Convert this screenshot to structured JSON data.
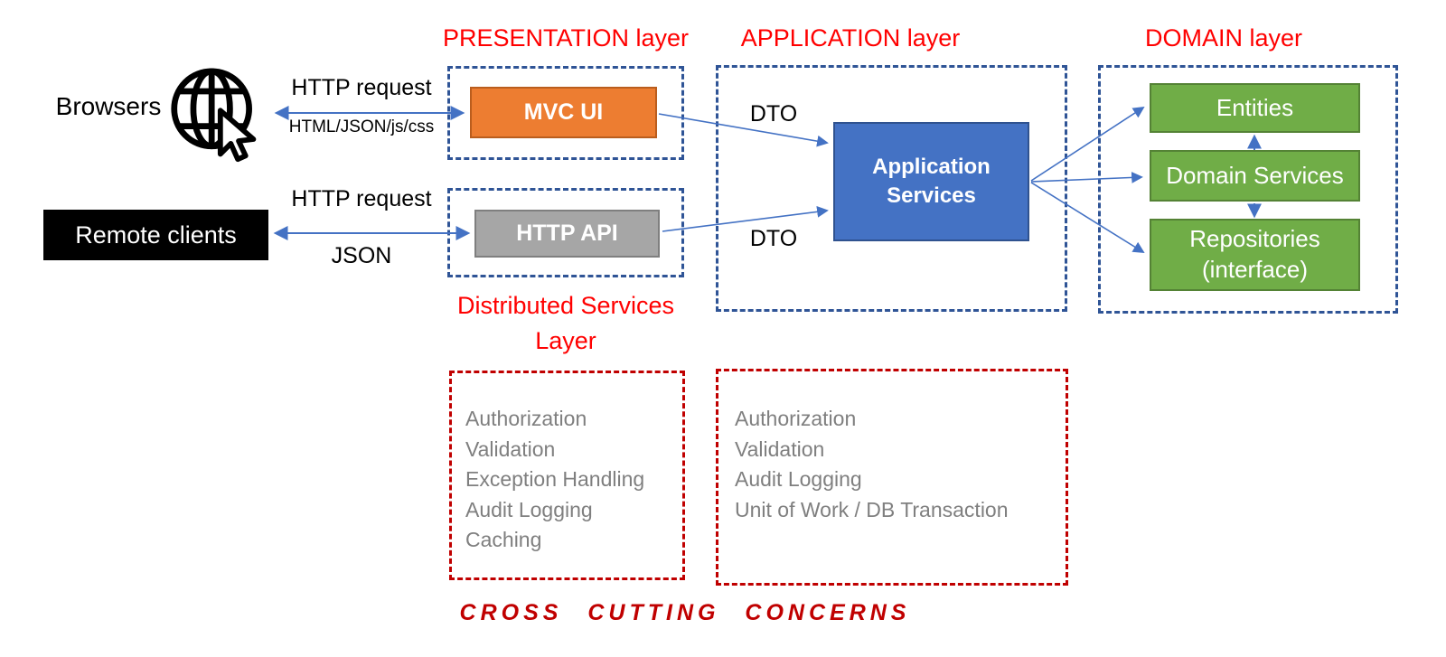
{
  "colors": {
    "canvas_bg": "#ffffff",
    "title_red": "#ff0000",
    "dashed_red": "#c00000",
    "dashed_blue": "#2f5496",
    "arrow_blue": "#4472c4",
    "orange_fill": "#ed7d31",
    "orange_border": "#ba5d1d",
    "gray_fill": "#a6a6a6",
    "gray_border": "#7f7f7f",
    "blue_fill": "#4472c4",
    "blue_border": "#2f528f",
    "green_fill": "#70ad47",
    "green_border": "#548235",
    "gray_text": "#7f7f7f",
    "black_fill": "#000000",
    "white_text": "#ffffff"
  },
  "titles": {
    "presentation": "PRESENTATION layer",
    "application": "APPLICATION layer",
    "domain": "DOMAIN layer",
    "distributed_line1": "Distributed Services",
    "distributed_line2": "Layer",
    "cross_cutting": "CROSS CUTTING CONCERNS"
  },
  "actors": {
    "browsers": "Browsers",
    "remote_clients": "Remote clients"
  },
  "components": {
    "mvc_ui": "MVC UI",
    "http_api": "HTTP API",
    "application_services": "Application Services",
    "entities": "Entities",
    "domain_services": "Domain Services",
    "repositories_line1": "Repositories",
    "repositories_line2": "(interface)"
  },
  "labels": {
    "http_request_top": "HTTP request",
    "http_payload_top": "HTML/JSON/js/css",
    "http_request_bottom": "HTTP request",
    "http_payload_bottom": "JSON",
    "dto_top": "DTO",
    "dto_bottom": "DTO"
  },
  "concerns": {
    "presentation": [
      "Authorization",
      "Validation",
      "Exception Handling",
      "Audit Logging",
      "Caching"
    ],
    "application": [
      "Authorization",
      "Validation",
      "Audit Logging",
      "Unit of Work / DB Transaction"
    ]
  }
}
